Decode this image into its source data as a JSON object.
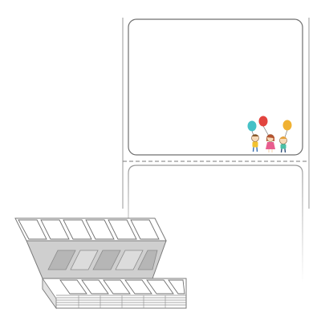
{
  "product": {
    "type": "fanfold label stock illustration",
    "label_shape": "rounded rectangle",
    "colors": {
      "paper_stroke": "#9a9a9a",
      "label_stroke": "#6f6f6f",
      "perforation": "#7a7a7a",
      "fold_gray": "#cfcfcf",
      "fold_gray_dark": "#b6b6b6"
    },
    "illustration": {
      "kind": "three kids holding balloons",
      "balloon_colors": [
        "#46c1c7",
        "#e2443f",
        "#f0b132"
      ],
      "icon": "kids-with-balloons-icon"
    }
  }
}
